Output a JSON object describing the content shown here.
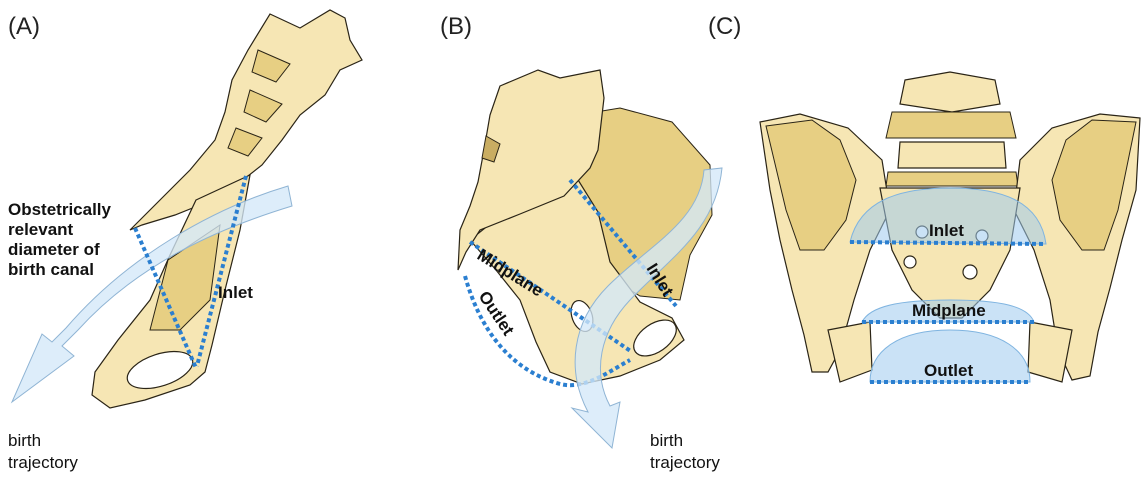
{
  "panels": {
    "a": {
      "letter": "(A)",
      "diameter_label": [
        "Obstetrically",
        "relevant",
        "diameter of",
        "birth canal"
      ],
      "inlet": "Inlet",
      "trajectory": [
        "birth",
        "trajectory"
      ]
    },
    "b": {
      "letter": "(B)",
      "midplane": "Midplane",
      "outlet": "Outlet",
      "inlet": "Inlet",
      "trajectory": [
        "birth",
        "trajectory"
      ]
    },
    "c": {
      "letter": "(C)",
      "inlet": "Inlet",
      "midplane": "Midplane",
      "outlet": "Outlet"
    }
  },
  "colors": {
    "bone": "#f6e6b4",
    "bone_shadow": "#e7cf83",
    "diameter_line": "#2b7fd0",
    "trajectory_arrow": "#d4e8f8",
    "plane_fill": "#9fcbef"
  }
}
